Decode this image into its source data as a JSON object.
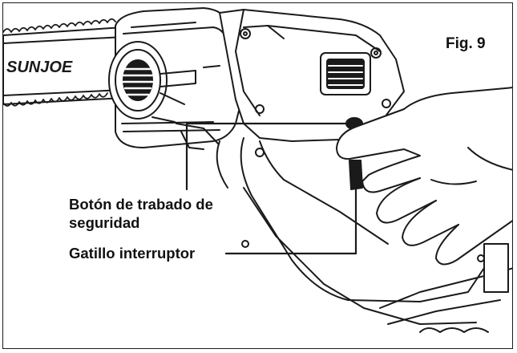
{
  "figure": {
    "label": "Fig. 9",
    "brand_text": "SUNJOE"
  },
  "callouts": {
    "safety_button_line1": "Botón de trabado de",
    "safety_button_line2": "seguridad",
    "trigger_switch": "Gatillo interruptor"
  },
  "colors": {
    "line": "#1a1a1a",
    "background": "#ffffff"
  }
}
